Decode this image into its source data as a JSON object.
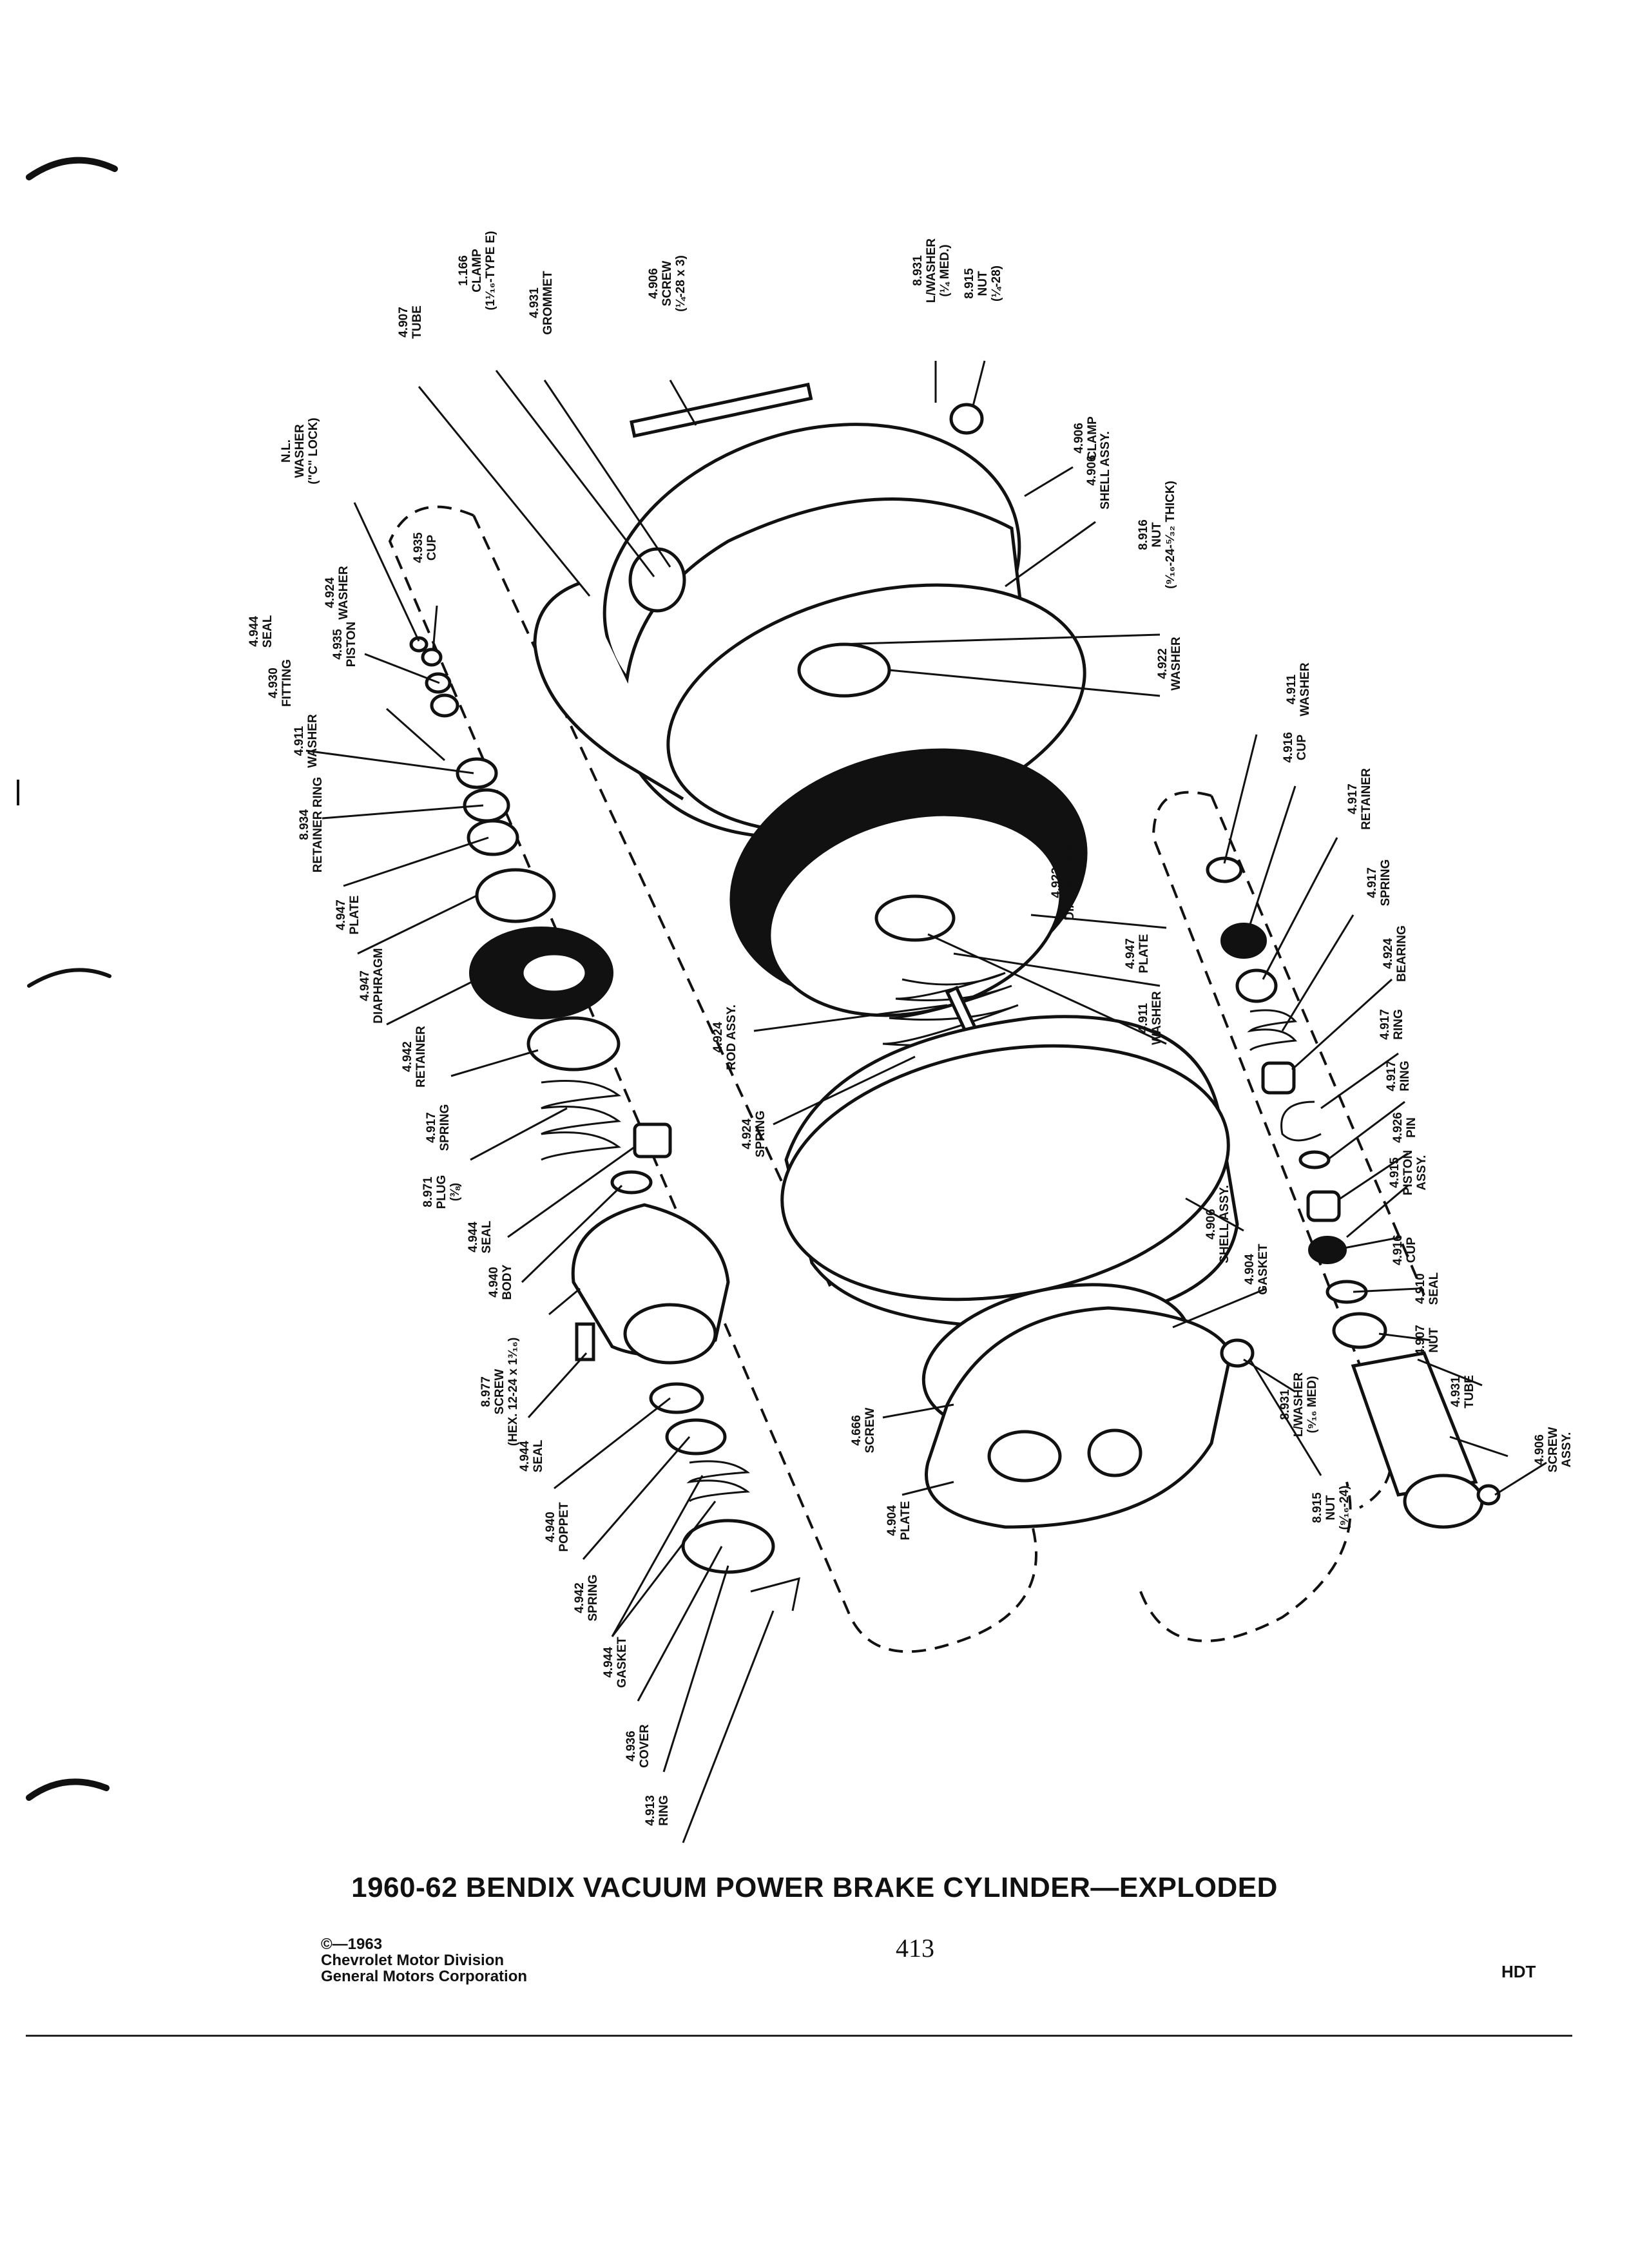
{
  "caption": "1960-62 BENDIX VACUUM POWER BRAKE CYLINDER—EXPLODED",
  "page_number": "413",
  "copyright": {
    "line1": "©—1963",
    "line2": "Chevrolet Motor Division",
    "line3": "General Motors Corporation"
  },
  "code": "HDT",
  "callouts": [
    {
      "id": "tube-4907-top",
      "lines": [
        "4.907",
        "TUBE"
      ]
    },
    {
      "id": "clamp-1166",
      "lines": [
        "1.166",
        "CLAMP",
        "(1¹⁄₁₆-TYPE E)"
      ]
    },
    {
      "id": "grommet-4931",
      "lines": [
        "4.931",
        "GROMMET"
      ]
    },
    {
      "id": "screw-4906-top",
      "lines": [
        "4.906",
        "SCREW",
        "(¼-28 x 3)"
      ]
    },
    {
      "id": "lwasher-8931-top",
      "lines": [
        "8.931",
        "L/WASHER",
        "(¼ MED.)"
      ]
    },
    {
      "id": "nut-8915-top",
      "lines": [
        "8.915",
        "NUT",
        "(¼-28)"
      ]
    },
    {
      "id": "clamp-4906",
      "lines": [
        "4.906",
        "CLAMP"
      ]
    },
    {
      "id": "shell-4906-top",
      "lines": [
        "4.906",
        "SHELL ASSY."
      ]
    },
    {
      "id": "nut-8916",
      "lines": [
        "8.916",
        "NUT",
        "(⁹⁄₁₆-24-⁵⁄₃₂ THICK)"
      ]
    },
    {
      "id": "washer-4922",
      "lines": [
        "4.922",
        "WASHER"
      ]
    },
    {
      "id": "washer-nl",
      "lines": [
        "N.L.",
        "WASHER",
        "(\"C\" LOCK)"
      ]
    },
    {
      "id": "cup-4935",
      "lines": [
        "4.935",
        "CUP"
      ]
    },
    {
      "id": "washer-4924",
      "lines": [
        "4.924",
        "WASHER"
      ]
    },
    {
      "id": "piston-4935",
      "lines": [
        "4.935",
        "PISTON"
      ]
    },
    {
      "id": "seal-4944-top",
      "lines": [
        "4.944",
        "SEAL"
      ]
    },
    {
      "id": "fitting-4930",
      "lines": [
        "4.930",
        "FITTING"
      ]
    },
    {
      "id": "washer-4911-left",
      "lines": [
        "4.911",
        "WASHER"
      ]
    },
    {
      "id": "ring-8934",
      "lines": [
        "8.934",
        "RETAINER RING"
      ]
    },
    {
      "id": "plate-4947-left",
      "lines": [
        "4.947",
        "PLATE"
      ]
    },
    {
      "id": "diaphragm-4947",
      "lines": [
        "4.947",
        "DIAPHRAGM"
      ]
    },
    {
      "id": "retainer-4942",
      "lines": [
        "4.942",
        "RETAINER"
      ]
    },
    {
      "id": "spring-4917-left",
      "lines": [
        "4.917",
        "SPRING"
      ]
    },
    {
      "id": "plug-8971",
      "lines": [
        "8.971",
        "PLUG",
        "(⅜)"
      ]
    },
    {
      "id": "seal-4944-mid",
      "lines": [
        "4.944",
        "SEAL"
      ]
    },
    {
      "id": "body-4940",
      "lines": [
        "4.940",
        "BODY"
      ]
    },
    {
      "id": "screw-8977",
      "lines": [
        "8.977",
        "SCREW",
        "(HEX. 12-24 x 1³⁄₁₆)"
      ]
    },
    {
      "id": "seal-4944-low",
      "lines": [
        "4.944",
        "SEAL"
      ]
    },
    {
      "id": "poppet-4940",
      "lines": [
        "4.940",
        "POPPET"
      ]
    },
    {
      "id": "spring-4942",
      "lines": [
        "4.942",
        "SPRING"
      ]
    },
    {
      "id": "gasket-4944",
      "lines": [
        "4.944",
        "GASKET"
      ]
    },
    {
      "id": "cover-4936",
      "lines": [
        "4.936",
        "COVER"
      ]
    },
    {
      "id": "ring-4913",
      "lines": [
        "4.913",
        "RING"
      ]
    },
    {
      "id": "diaphragm-4922",
      "lines": [
        "4.922",
        "DIAPHRAGM"
      ]
    },
    {
      "id": "plate-4947-mid",
      "lines": [
        "4.947",
        "PLATE"
      ]
    },
    {
      "id": "washer-4911-mid",
      "lines": [
        "4.911",
        "WASHER"
      ]
    },
    {
      "id": "rod-4924",
      "lines": [
        "4.924",
        "ROD ASSY."
      ]
    },
    {
      "id": "spring-4924",
      "lines": [
        "4.924",
        "SPRING"
      ]
    },
    {
      "id": "shell-4906-low",
      "lines": [
        "4.906",
        "SHELL ASSY."
      ]
    },
    {
      "id": "gasket-4904",
      "lines": [
        "4.904",
        "GASKET"
      ]
    },
    {
      "id": "screw-4666",
      "lines": [
        "4.666",
        "SCREW"
      ]
    },
    {
      "id": "plate-4904",
      "lines": [
        "4.904",
        "PLATE"
      ]
    },
    {
      "id": "lwasher-8931-low",
      "lines": [
        "8.931",
        "L/WASHER",
        "(⁹⁄₁₆ MED)"
      ]
    },
    {
      "id": "nut-8915-low",
      "lines": [
        "8.915",
        "NUT",
        "(⁹⁄₁₆-24)"
      ]
    },
    {
      "id": "washer-4911-right",
      "lines": [
        "4.911",
        "WASHER"
      ]
    },
    {
      "id": "cup-4916-top",
      "lines": [
        "4.916",
        "CUP"
      ]
    },
    {
      "id": "retainer-4917",
      "lines": [
        "4.917",
        "RETAINER"
      ]
    },
    {
      "id": "spring-4917-right",
      "lines": [
        "4.917",
        "SPRING"
      ]
    },
    {
      "id": "bearing-4924",
      "lines": [
        "4.924",
        "BEARING"
      ]
    },
    {
      "id": "ring-4917-a",
      "lines": [
        "4.917",
        "RING"
      ]
    },
    {
      "id": "ring-4917-b",
      "lines": [
        "4.917",
        "RING"
      ]
    },
    {
      "id": "pin-4926",
      "lines": [
        "4.926",
        "PIN"
      ]
    },
    {
      "id": "piston-4915",
      "lines": [
        "4.915",
        "PISTON",
        "ASSY."
      ]
    },
    {
      "id": "cup-4916-low",
      "lines": [
        "4.916",
        "CUP"
      ]
    },
    {
      "id": "seal-4910",
      "lines": [
        "4.910",
        "SEAL"
      ]
    },
    {
      "id": "nut-4907",
      "lines": [
        "4.907",
        "NUT"
      ]
    },
    {
      "id": "tube-4931",
      "lines": [
        "4.931",
        "TUBE"
      ]
    },
    {
      "id": "screw-4906-low",
      "lines": [
        "4.906",
        "SCREW",
        "ASSY."
      ]
    }
  ]
}
